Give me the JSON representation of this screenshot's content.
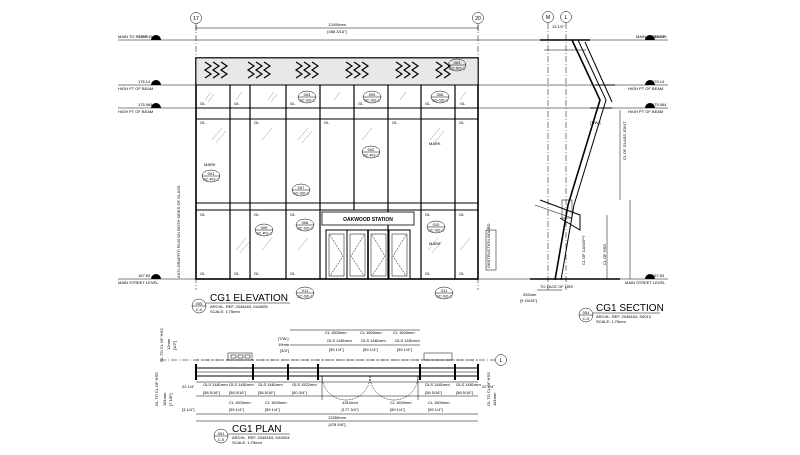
{
  "drawing": {
    "gridlines": {
      "elev_left": "17",
      "elev_right": "20",
      "sect_left": "M",
      "sect_right": "L",
      "plan_right": "L"
    },
    "levels": [
      {
        "name": "MAIN TO ROOF",
        "elevation": "178.015"
      },
      {
        "name": "HIGH PT OF BEAM",
        "elevation": "176.14"
      },
      {
        "name": "HIGH PT OF BEAM",
        "elevation": "175.064"
      },
      {
        "name": "MAIN STREET LEVEL",
        "elevation": "167.83"
      }
    ],
    "elevation": {
      "title": "CG1 ELEVATION",
      "ref_line1": "ARCHL. REF. 2048163, KA0005",
      "ref_line2": "SCALE: 1:75mm",
      "overall_dim": "12400mm",
      "overall_dim_imperial": "[488 3/16\"]",
      "sign_text": "OAKWOOD STATION",
      "panel_label": "GL",
      "note_graffiti": "ANTI-GRAFFITI FILM ON BOTH SIDES OF GLASS",
      "note_obstruction": "OBSTRUCTION BOARD",
      "tags": [
        {
          "num": "003",
          "type": "SC-SG-1"
        },
        {
          "num": "004",
          "type": "SC-SD-1"
        },
        {
          "num": "005",
          "type": "SC-SD-1"
        },
        {
          "num": "006",
          "type": "SG-SD-1"
        },
        {
          "num": "001",
          "type": "SC-PG-1"
        },
        {
          "num": "002",
          "type": "SC-PG-2"
        },
        {
          "num": "007",
          "type": "SC-SD-1"
        },
        {
          "num": "008",
          "type": "SC-SD-2"
        },
        {
          "num": "009",
          "type": "SC-PG-2"
        },
        {
          "num": "010",
          "type": "SC-SD-2"
        },
        {
          "num": "011",
          "type": "SC-SD-1"
        }
      ],
      "mark_label": "MARK"
    },
    "section": {
      "title": "CG1 SECTION",
      "ref_line1": "ARCHL. REF. 2048163, S0010",
      "ref_line2": "SCALE: 1:75mm",
      "bubble_num": "004",
      "bubble_sheet": "C-0",
      "top_dim": "13 1/2\"",
      "dim_face": "TO FACE OF HSS",
      "dim_face_metric": "252mm",
      "dim_face_imperial": "[9 15/16\"]",
      "dim_glass": "CL OF GLASS JOINT",
      "dim_canopy": "CL OF CANOPY",
      "dim_hss": "CL OF HSS",
      "dim_twf": "[T/W.]"
    },
    "plan": {
      "title": "CG1 PLAN",
      "ref_line1": "ARCHL. REF. 2048163, KA0004",
      "ref_line2": "SCALE: 1:75mm",
      "bubble_num": "001",
      "bubble_sheet": "C-0",
      "overall_dim": "12350mm",
      "overall_dim_imperial": "[478 5/8\"]",
      "door_dim": "4910mm",
      "door_dim_imperial": "[177 3/4\"]",
      "cl_top": [
        "CL 1500mm",
        "CL 1500mm",
        "CL 1500mm"
      ],
      "gls_top": [
        "GLS 1481mm",
        "GLS 1481mm",
        "GLS 1481mm"
      ],
      "gls_top_imp": [
        "[59 1/4\"]",
        "[59 1/4\"]",
        "[59 1/4\"]"
      ],
      "gls_bottom": [
        "GLS 1481mm",
        "GLS 1481mm",
        "GLS 1481mm",
        "GLS 1522mm",
        "GLS 1481mm",
        "GLS 1481mm"
      ],
      "gls_bottom_imp": [
        "[58 5/16\"]",
        "[58 5/16\"]",
        "[58 5/16\"]",
        "[60 3/4\"]",
        "[58 5/16\"]",
        "[58 5/16\"]"
      ],
      "cl_bottom": [
        "CL 1500mm",
        "CL 1500mm",
        "CL 1500mm",
        "CL 1500mm"
      ],
      "cl_bottom_imp": [
        "[59 1/4\"]",
        "[59 1/4\"]",
        "[59 1/4\"]",
        "[59 1/4\"]"
      ],
      "left_note": "GL TO CL OF HSS",
      "left_note_metric": "181mm",
      "left_note_imperial": "[7 1/8\"]",
      "right_note": "GL TO CL OF HSS",
      "right_note_metric": "181mm",
      "twf": "[T/W.]",
      "twf_metric": "19mm",
      "twf_imperial": "[3/4\"]",
      "side_dim": "GL TO CL OF HSS",
      "side_dim_metric": "12mm",
      "side_dim_imperial": "[1/2\"]",
      "edge_dim_left": "22 1/4\"",
      "edge_dim_right": "22 1/4\"",
      "gl_small": "[3 1/4\"]"
    },
    "elevation_bubble": {
      "num": "005",
      "sheet": "C-0"
    }
  }
}
